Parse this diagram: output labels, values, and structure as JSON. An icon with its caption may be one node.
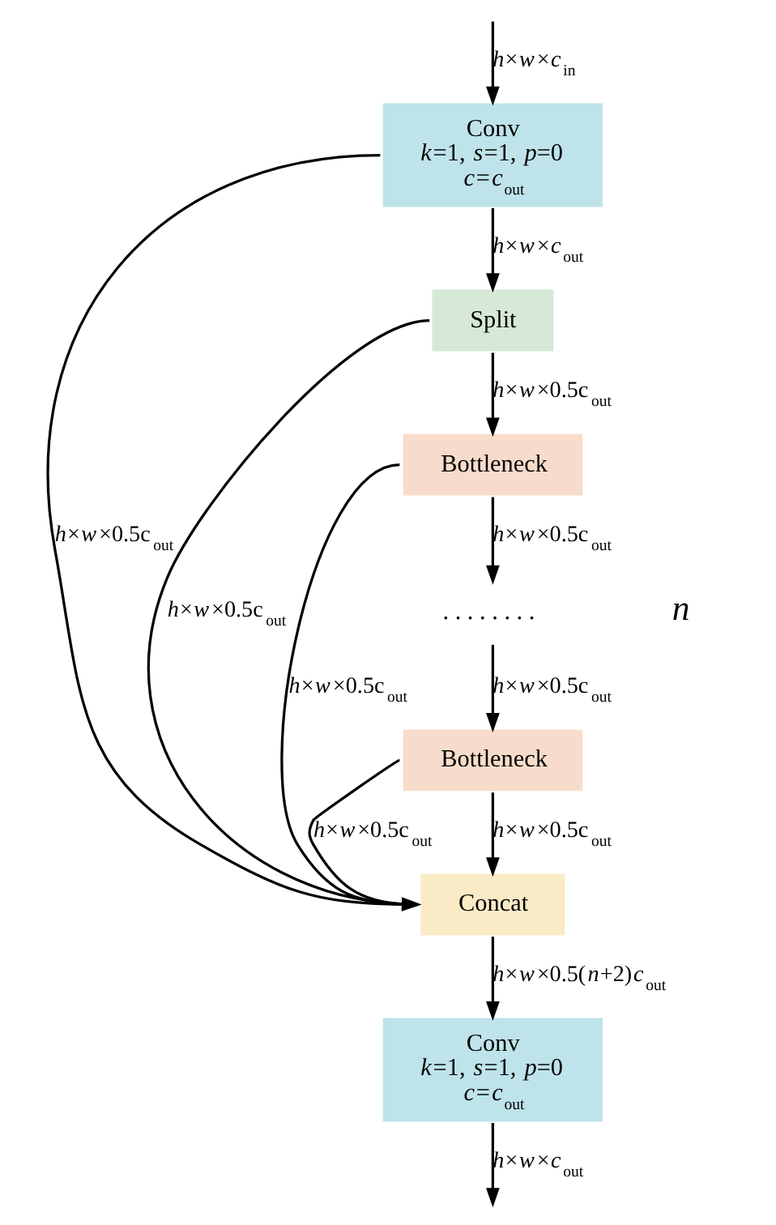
{
  "diagram": {
    "nodes": [
      {
        "text": [
          "Conv",
          "*k*=1, *s*=1, *p*=0",
          "*c*=*c*$_{out}$"
        ]
      },
      {
        "text": [
          "Split"
        ]
      },
      {
        "text": [
          "Bottleneck"
        ]
      },
      {
        "text": [
          ". . . . . . . ."
        ]
      },
      {
        "text": [
          "Bottleneck"
        ]
      },
      {
        "text": [
          "Concat"
        ]
      },
      {
        "text": [
          "Conv",
          "*k*=1, *s*=1, *p*=0",
          "*c*=*c*$_{out}$"
        ]
      }
    ],
    "edges": [
      {
        "from": null,
        "to": 0,
        "arrow": "to",
        "label": "*h*×*w*×*c*$_{in}$"
      },
      {
        "from": 0,
        "to": 1,
        "arrow": "to",
        "label": "*h*×*w*×*c*$_{out}$"
      },
      {
        "from": 0,
        "to": 5,
        "arrow": "to",
        "label": "*h*×*w*×0.5c$_{out}$"
      },
      {
        "from": 1,
        "to": 2,
        "arrow": "to",
        "label": "*h*×*w*×0.5c$_{out}$"
      },
      {
        "from": 1,
        "to": 5,
        "arrow": "to",
        "label": "*h*×*w*×0.5c$_{out}$"
      },
      {
        "from": 2,
        "to": 3,
        "arrow": "to",
        "label": "*h*×*w*×0.5c$_{out}$"
      },
      {
        "from": 2,
        "to": 5,
        "arrow": "to",
        "label": "*h*×*w*×0.5c$_{out}$"
      },
      {
        "from": 3,
        "to": 4,
        "arrow": "to",
        "label": "*h*×*w*×0.5c$_{out}$"
      },
      {
        "from": 4,
        "to": 5,
        "arrow": "to",
        "label": "*h*×*w*×0.5c$_{out}$"
      },
      {
        "from": 4,
        "to": 5,
        "arrow": "to",
        "label": "*h*×*w*×0.5c$_{out}$"
      },
      {
        "from": 5,
        "to": 6,
        "arrow": "to",
        "label": "*h*×*w*×0.5(*n*+2)*c*$_{out}$"
      },
      {
        "from": 6,
        "to": null,
        "arrow": "to",
        "label": "*h*×*w*×*c*$_{out}$"
      }
    ],
    "labels": [
      "n"
    ]
  }
}
